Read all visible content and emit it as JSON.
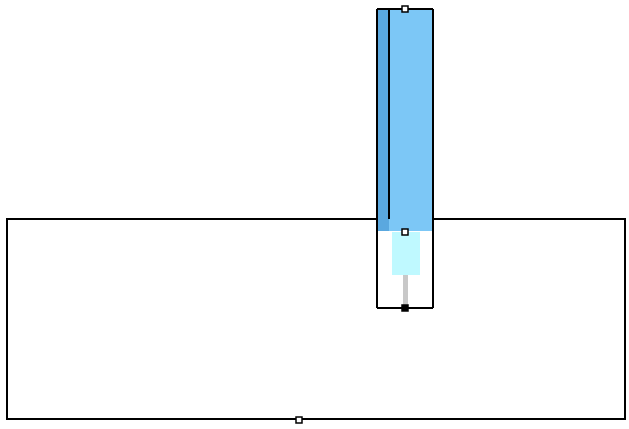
{
  "diagram": {
    "colors": {
      "background": "#ffffff",
      "outline": "#000000",
      "column_fill": "#7cc7f6",
      "column_edge_fill": "#5aa8df",
      "inner_fill": "#bff9ff",
      "stem_fill": "#c8c8c8",
      "handle_fill_open": "#ffffff",
      "handle_fill_solid": "#000000"
    },
    "shapes": [
      "base-rectangle",
      "vertical-column",
      "lower-housing",
      "inner-block",
      "stem"
    ],
    "handles": [
      "column-top-handle",
      "housing-top-handle",
      "housing-bottom-handle",
      "base-bottom-handle"
    ]
  }
}
